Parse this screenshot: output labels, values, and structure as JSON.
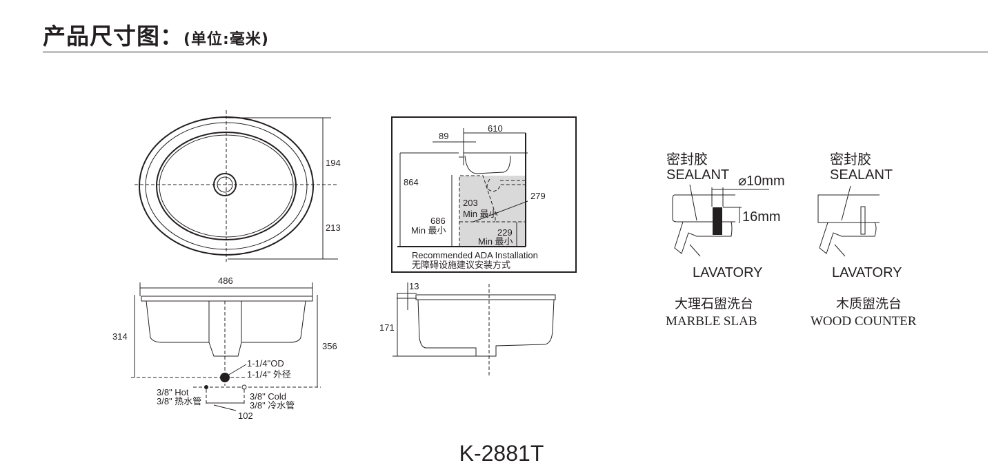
{
  "header": {
    "title": "产品尺寸图：",
    "unit": "(单位:毫米)"
  },
  "top_view": {
    "dim_upper": "194",
    "dim_lower": "213"
  },
  "front_view": {
    "width": "486",
    "height": "314",
    "total_height": "356",
    "drain_od": "1-1/4\"OD",
    "drain_od_cn": "1-1/4\"  外径",
    "hot": "3/8\" Hot",
    "hot_cn": "3/8\" 热水管",
    "cold": "3/8\" Cold",
    "cold_cn": "3/8\" 冷水管",
    "spacing": "102"
  },
  "ada": {
    "d610": "610",
    "d89": "89",
    "d864": "864",
    "d203": "203",
    "min1": "Min  最小",
    "d686": "686",
    "min2": "Min  最小",
    "d279": "279",
    "d229": "229",
    "min3": "Min  最小",
    "caption": "Recommended ADA Installation",
    "caption_cn": "无障碍设施建议安装方式"
  },
  "side_view": {
    "rim": "13",
    "height": "171"
  },
  "marble": {
    "sealant_cn": "密封胶",
    "sealant": "SEALANT",
    "diameter": "⌀10mm",
    "depth": "16mm",
    "lavatory": "LAVATORY",
    "title_cn": "大理石盥洗台",
    "title": "MARBLE SLAB"
  },
  "wood": {
    "sealant_cn": "密封胶",
    "sealant": "SEALANT",
    "lavatory": "LAVATORY",
    "title_cn": "木质盥洗台",
    "title": "WOOD COUNTER"
  },
  "model": "K-2881T"
}
